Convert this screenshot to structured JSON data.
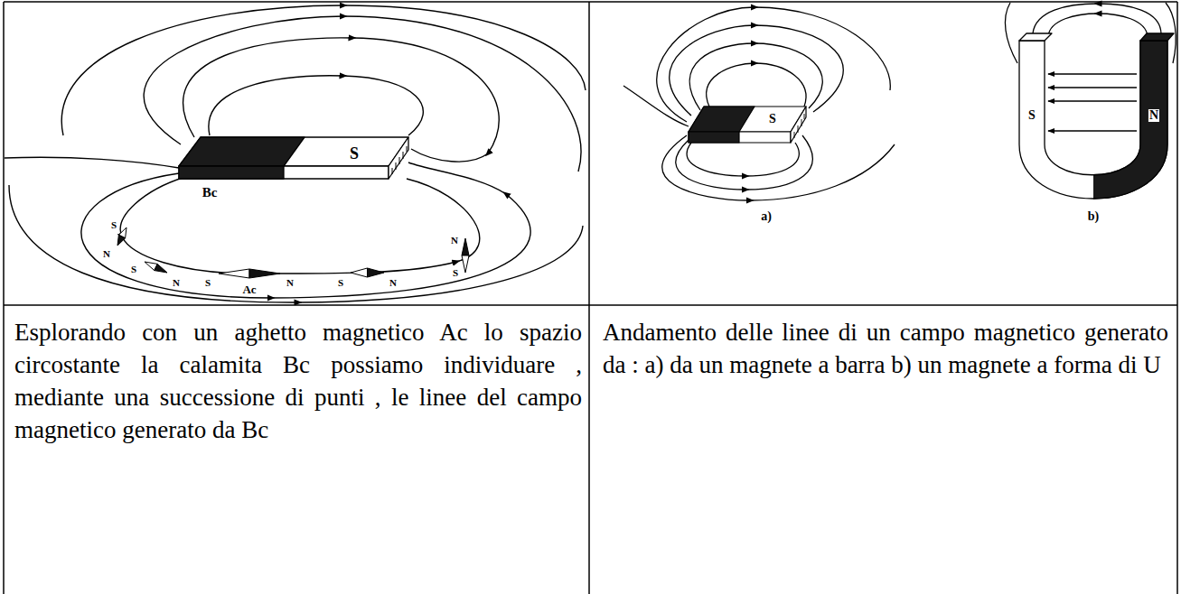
{
  "diagram": {
    "labels": [
      "S",
      "Bc",
      "S",
      "N",
      "S",
      "N",
      "S",
      "Ac",
      "N",
      "S",
      "N",
      "N",
      "S",
      "S",
      "a)",
      "S",
      "N",
      "b)",
      "Esplorando con un aghetto magnetico Ac lo spazio circostante la calamita Bc possiamo individuare , mediante una successione di punti , le linee del campo magnetico generato da Bc",
      "Andamento delle linee di un campo magnetico generato da : a) da un magnete a barra b) un magnete a forma di U"
    ]
  }
}
